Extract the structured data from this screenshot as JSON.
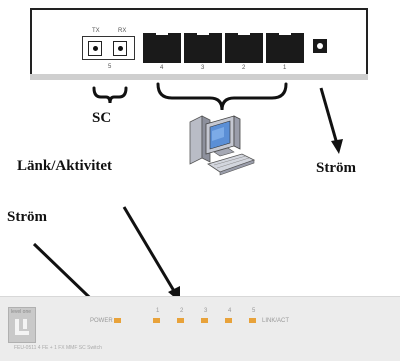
{
  "rear_panel": {
    "tx_label": "TX",
    "rx_label": "RX",
    "sc_port_number": "5",
    "rj45_ports": [
      "4",
      "3",
      "2",
      "1"
    ]
  },
  "labels": {
    "sc": "SC",
    "link_activity": "Länk/Aktivitet",
    "power_rear": "Ström",
    "power_front": "Ström"
  },
  "front_panel": {
    "brand": "level one",
    "power_led_label": "POWER",
    "led_numbers": [
      "1",
      "2",
      "3",
      "4",
      "5"
    ],
    "link_act_label": "LINK/ACT",
    "model_text": "FEU-0511  4 FE + 1 FX MMF SC Switch"
  },
  "colors": {
    "led": "#e8a23a",
    "panel_border": "#222222",
    "port": "#1a1a1a",
    "front_panel_bg": "#ececec"
  }
}
